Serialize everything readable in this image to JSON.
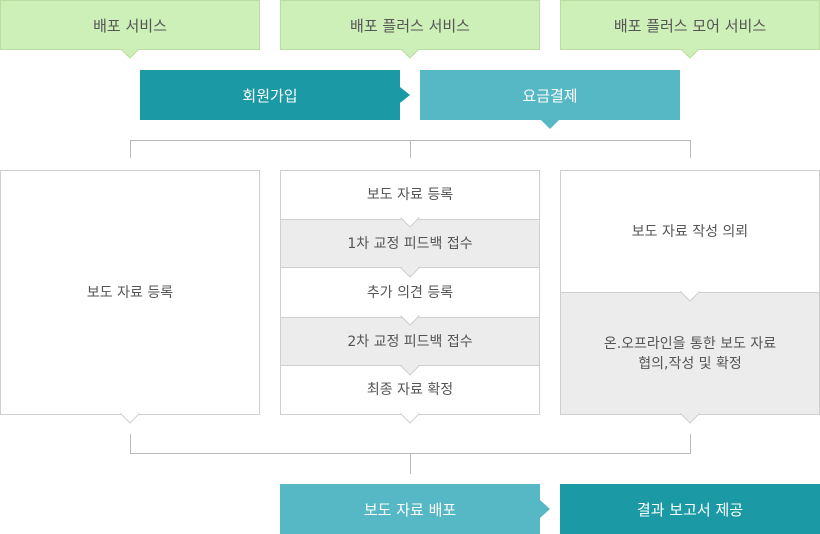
{
  "services": [
    "배포 서비스",
    "배포 플러스 서비스",
    "배포 플러스 모어 서비스"
  ],
  "signup": "회원가입",
  "payment": "요금결제",
  "col1": {
    "step": "보도 자료 등록"
  },
  "col2": {
    "steps": [
      "보도 자료 등록",
      "1차 교정 피드백 접수",
      "추가 의견 등록",
      "2차 교정 피드백 접수",
      "최종 자료 확정"
    ]
  },
  "col3": {
    "request": "보도 자료 작성 의뢰",
    "consult_line1": "온.오프라인을 통한 보도 자료",
    "consult_line2": "협의,작성 및 확정"
  },
  "distribute": "보도 자료 배포",
  "report": "결과 보고서 제공",
  "colors": {
    "green": "#cdefb8",
    "teal_dark": "#1b9aa5",
    "teal_light": "#56b8c4",
    "gray": "#ececec"
  }
}
